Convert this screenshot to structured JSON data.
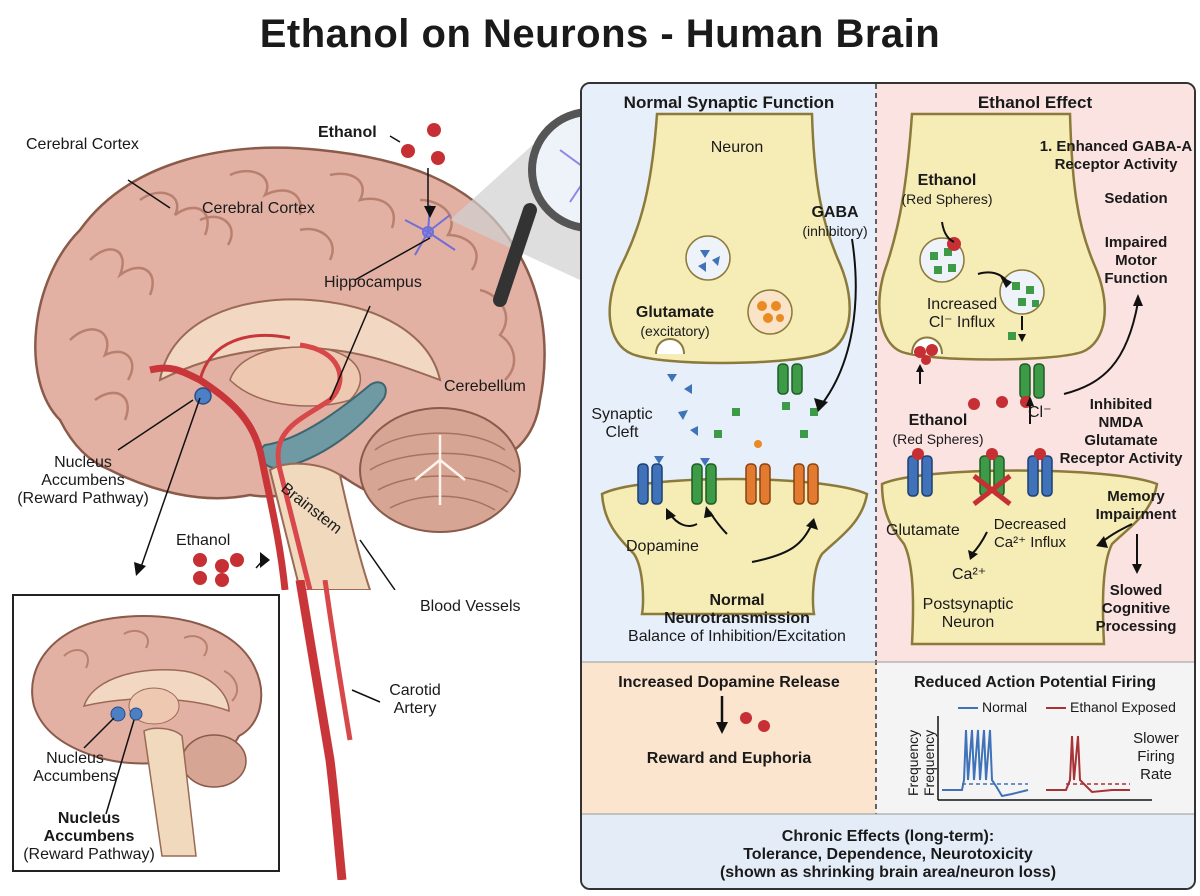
{
  "title": "Ethanol on Neurons - Human Brain",
  "brain": {
    "cerebral_cortex_outer": "Cerebral Cortex",
    "cerebral_cortex_inner": "Cerebral Cortex",
    "ethanol_top": "Ethanol",
    "hippocampus": "Hippocampus",
    "cerebellum": "Cerebellum",
    "nucleus_accumbens_line1": "Nucleus",
    "nucleus_accumbens_line2": "Accumbens",
    "nucleus_accumbens_line3": "(Reward Pathway)",
    "brainstem": "Brainstem",
    "ethanol_blood": "Ethanol",
    "blood_vessels": "Blood Vessels",
    "carotid_line1": "Carotid",
    "carotid_line2": "Artery"
  },
  "inset": {
    "na_line1": "Nucleus",
    "na_line2": "Accumbens",
    "na_bold_line1": "Nucleus",
    "na_bold_line2": "Accumbens",
    "na_bold_line3": "(Reward Pathway)"
  },
  "normal": {
    "header": "Normal Synaptic Function",
    "neuron": "Neuron",
    "gaba": "GABA",
    "gaba_sub": "(inhibitory)",
    "glutamate": "Glutamate",
    "glutamate_sub": "(excitatory)",
    "synaptic_line1": "Synaptic",
    "synaptic_line2": "Cleft",
    "dopamine": "Dopamine",
    "caption_line1": "Normal",
    "caption_line2": "Neurotransmission",
    "caption_line3": "Balance of Inhibition/Excitation"
  },
  "ethanol": {
    "header": "Ethanol Effect",
    "gaba_a_line1": "1. Enhanced GABA-A",
    "gaba_a_line2": "Receptor Activity",
    "sedation": "Sedation",
    "motor_line1": "Impaired",
    "motor_line2": "Motor",
    "motor_line3": "Function",
    "eth1": "Ethanol",
    "eth1_sub": "(Red Spheres)",
    "cl_line1": "Increased",
    "cl_line2": "Cl⁻ Influx",
    "cl_ion": "Cl⁻",
    "eth2": "Ethanol",
    "eth2_sub": "(Red Spheres)",
    "nmda_line1": "Inhibited",
    "nmda_line2": "NMDA",
    "nmda_line3": "Glutamate",
    "nmda_line4": "Receptor Activity",
    "glutamate": "Glutamate",
    "ca_line1": "Decreased",
    "ca_line2": "Ca²⁺ Influx",
    "ca_ion": "Ca²⁺",
    "post_line1": "Postsynaptic",
    "post_line2": "Neuron",
    "memory_line1": "Memory",
    "memory_line2": "Impairment",
    "cog_line1": "Slowed",
    "cog_line2": "Cognitive",
    "cog_line3": "Processing"
  },
  "dopamine_box": {
    "header": "Increased Dopamine Release",
    "result": "Reward and Euphoria"
  },
  "firing_box": {
    "header": "Reduced Action Potential Firing",
    "legend_normal": "Normal",
    "legend_ethanol": "Ethanol Exposed",
    "ylabel1": "Frequency",
    "ylabel2": "Frequency",
    "note_line1": "Slower",
    "note_line2": "Firing",
    "note_line3": "Rate"
  },
  "chronic": {
    "line1": "Chronic Effects (long-term):",
    "line2": "Tolerance, Dependence, Neurotoxicity",
    "line3": "(shown as shrinking brain area/neuron loss)"
  },
  "colors": {
    "brain": "#e2b1a3",
    "gyri": "#cf9585",
    "neuron_fill": "#f6ecb6",
    "blue_panel": "#e7f0fa",
    "pink_panel": "#fbe3e2",
    "peach_panel": "#fbe5cf",
    "artery": "#c8363a",
    "blue_receptor": "#3f72b8",
    "green_receptor": "#3d9a47",
    "orange_receptor": "#e27b2f",
    "ethanol_sphere": "#c62f33"
  }
}
